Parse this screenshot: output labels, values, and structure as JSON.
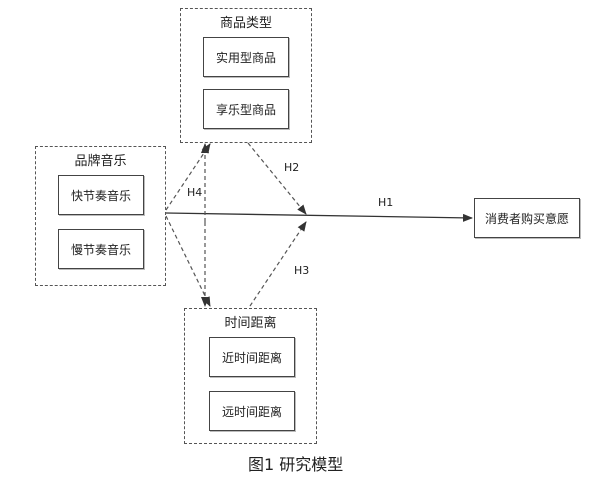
{
  "groups": {
    "product_type": {
      "title": "商品类型",
      "items": [
        "实用型商品",
        "享乐型商品"
      ]
    },
    "brand_music": {
      "title": "品牌音乐",
      "items": [
        "快节奏音乐",
        "慢节奏音乐"
      ]
    },
    "time_distance": {
      "title": "时间距离",
      "items": [
        "近时间距离",
        "远时间距离"
      ]
    }
  },
  "outcome": {
    "label": "消费者购买意愿"
  },
  "hypotheses": {
    "h1": "H1",
    "h2": "H2",
    "h3": "H3",
    "h4": "H4"
  },
  "caption": "图1  研究模型"
}
